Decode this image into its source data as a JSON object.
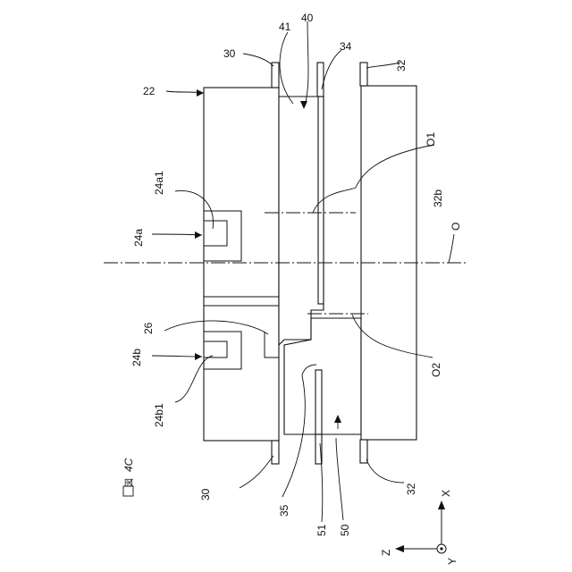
{
  "figure": {
    "caption_box": "図",
    "caption_id": "4C"
  },
  "labels": {
    "l22": "22",
    "l24a1": "24a1",
    "l24a": "24a",
    "l26": "26",
    "l24b": "24b",
    "l24b1": "24b1",
    "l30_top": "30",
    "l30_bottom": "30",
    "l41": "41",
    "l40": "40",
    "l34": "34",
    "l32_top": "32",
    "l32_bottom": "32",
    "lO1": "O1",
    "l32b": "32b",
    "lO": "O",
    "lO2": "O2",
    "l35": "35",
    "l51": "51",
    "l50": "50"
  },
  "axes": {
    "x": "X",
    "z": "Z",
    "y": "Y"
  }
}
